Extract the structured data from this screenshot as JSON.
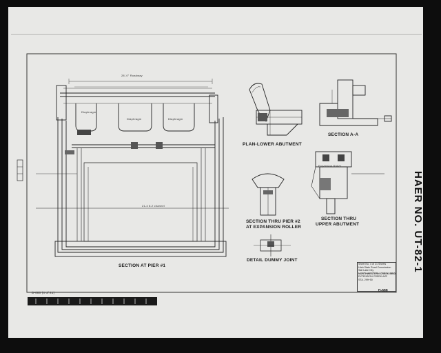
{
  "document": {
    "stamp": "HAER NO. UT-82-1",
    "small_label": "D-688 (4 of 21)",
    "views": {
      "section_pier1": "SECTION AT PIER #1",
      "plan_lower_abutment": "PLAN-LOWER ABUTMENT",
      "section_aa": "SECTION A-A",
      "section_pier2": "SECTION THRU PIER #2",
      "section_pier2_line2": "AT EXPANSION ROLLER",
      "section_upper_abutment": "SECTION THRU",
      "section_upper_abutment_line2": "UPPER ABUTMENT",
      "detail_dummy_joint": "DETAIL DUMMY JOINT"
    },
    "notes": {
      "roadway": "28'-0\" Roadway",
      "diaphragm": "Diaphragm",
      "channel": "21-4 8.2 channel",
      "expansion_roller": "Expansion Roller"
    },
    "title_block": {
      "line1": "Sheet No. 4 of 21 Sheets",
      "line2": "Utah State Road Commission",
      "line3": "Salt Lake City",
      "line4": "NORTHWESTERN CREEK BRIDGE",
      "line5": "EXTENSION CREEK AVE",
      "line6": "STA. 299+50",
      "sheet_ref": "D-688"
    }
  }
}
